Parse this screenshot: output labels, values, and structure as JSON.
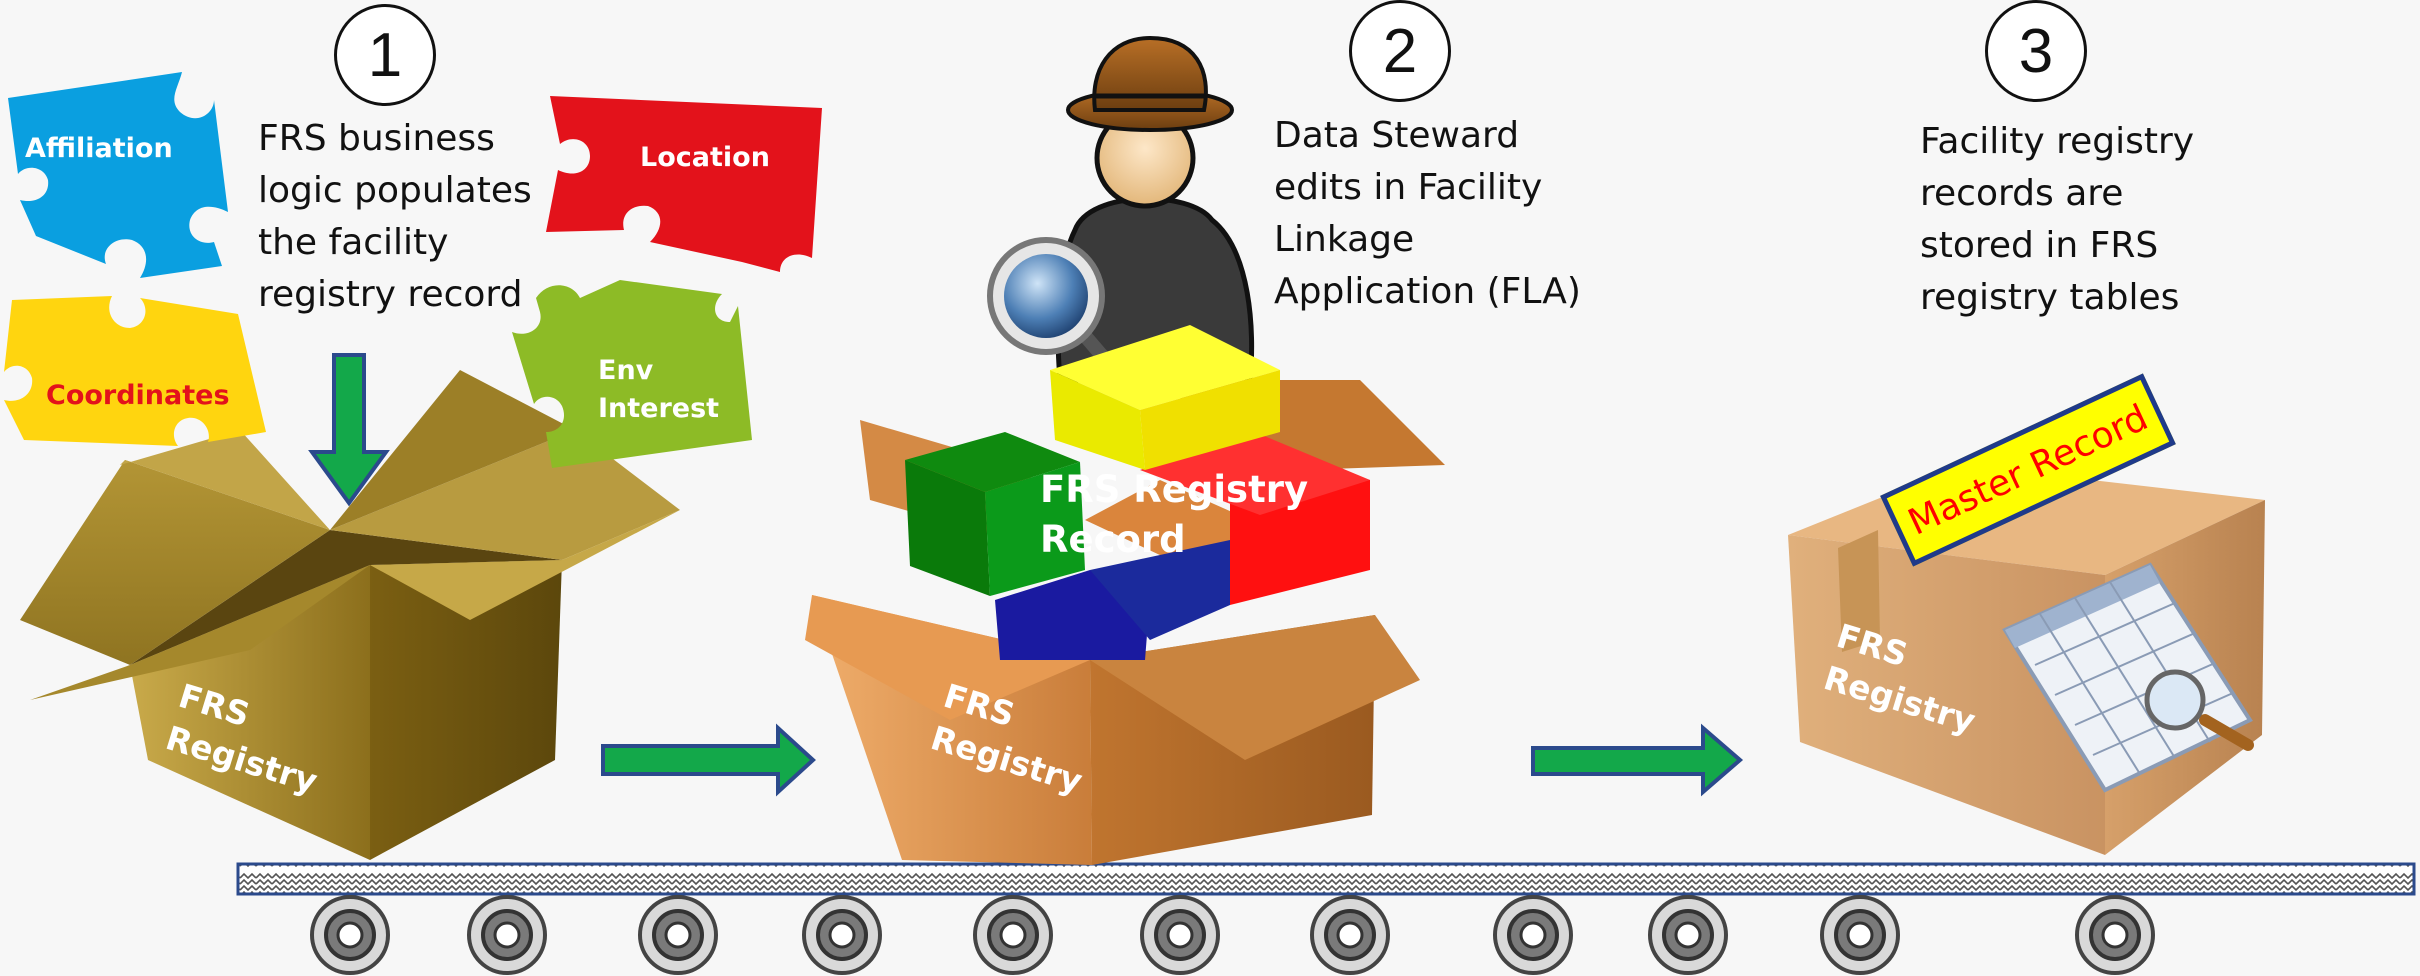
{
  "steps": [
    {
      "number": "1",
      "lines": [
        "FRS business",
        "logic populates",
        "the facility",
        "registry record"
      ]
    },
    {
      "number": "2",
      "lines": [
        "Data Steward",
        "edits in Facility",
        "Linkage",
        "Application (FLA)"
      ]
    },
    {
      "number": "3",
      "lines": [
        "Facility registry",
        "records are",
        "stored in FRS",
        "registry tables"
      ]
    }
  ],
  "puzzle_pieces": {
    "affiliation": "Affiliation",
    "location": "Location",
    "coordinates": "Coordinates",
    "env_interest": [
      "Env",
      "Interest"
    ]
  },
  "boxes": {
    "box1": [
      "FRS",
      "Registry"
    ],
    "box2": [
      "FRS",
      "Registry"
    ],
    "box3": [
      "FRS",
      "Registry"
    ]
  },
  "record_label": [
    "FRS Registry",
    "Record"
  ],
  "master_record": "Master Record",
  "colors": {
    "affiliation": "#0a9fe0",
    "location": "#e3121b",
    "coordinates": "#ffd50f",
    "coordinates_text": "#e3121b",
    "env_interest": "#8dbb26",
    "arrow_fill": "#13a84a",
    "arrow_stroke": "#2b4a8c",
    "box_gold": "#a8892a",
    "box_tan": "#d99a5b",
    "master_tag": "#ffff00"
  },
  "icons": [
    "puzzle-piece-icon",
    "cardboard-box-icon",
    "data-steward-icon",
    "magnifier-icon",
    "spreadsheet-icon",
    "right-arrow-icon",
    "down-arrow-icon",
    "conveyor-belt-icon"
  ]
}
